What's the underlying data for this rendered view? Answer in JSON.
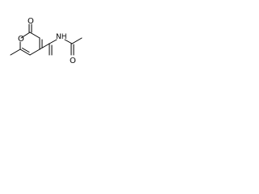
{
  "structure": {
    "atoms": {
      "ring_oxygen": "O",
      "carbonyl_oxygen_ring": "O",
      "amide_nitrogen": "NH",
      "amide_oxygen": "O"
    }
  }
}
